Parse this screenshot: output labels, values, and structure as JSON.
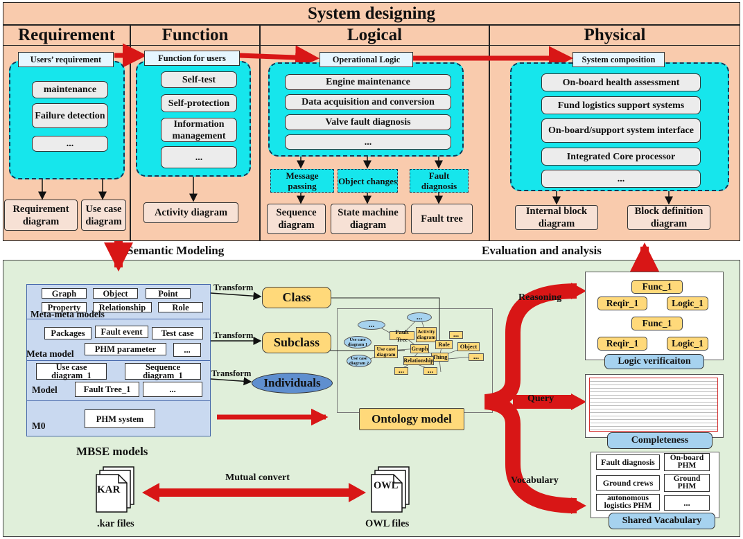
{
  "colors": {
    "peach": "#f9cbad",
    "cyan": "#16e6ec",
    "arrow_red": "#d81616",
    "green_panel": "#e0efda",
    "yellow": "#ffd97a",
    "meta_blue": "#c9d9f0",
    "node_blue": "#a6d2ef"
  },
  "system": {
    "title": "System designing",
    "columns": {
      "requirement": "Requirement",
      "function": "Function",
      "logical": "Logical",
      "physical": "Physical"
    },
    "requirement": {
      "tag": "Users’ requirement",
      "items": [
        "maintenance",
        "Failure detection",
        "..."
      ],
      "diagrams": [
        "Requirement diagram",
        "Use case diagram"
      ]
    },
    "function": {
      "tag": "Function for users",
      "items": [
        "Self-test",
        "Self-protection",
        "Information management",
        "..."
      ],
      "diagram": "Activity diagram"
    },
    "logical": {
      "tag": "Operational Logic",
      "items": [
        "Engine maintenance",
        "Data acquisition and conversion",
        "Valve fault diagnosis",
        "..."
      ],
      "subtags": [
        "Message passing",
        "Object changes",
        "Fault diagnosis"
      ],
      "diagrams": [
        "Sequence diagram",
        "State machine diagram",
        "Fault tree"
      ]
    },
    "physical": {
      "tag": "System composition",
      "items": [
        "On-board health assessment",
        "Fund logistics support systems",
        "On-board/support system interface",
        "Integrated Core processor",
        "..."
      ],
      "diagrams": [
        "Internal block diagram",
        "Block definition diagram"
      ]
    }
  },
  "links": {
    "semantic": "Semantic Modeling",
    "evaluation": "Evaluation and analysis"
  },
  "mbse": {
    "title": "MBSE models",
    "layers": {
      "mmm": "Meta-meta models",
      "mm": "Meta model",
      "model": "Model",
      "m0": "M0"
    },
    "mmm_items": [
      "Graph",
      "Object",
      "Point",
      "Property",
      "Relationship",
      "Role"
    ],
    "mm_items": [
      "Packages",
      "Fault event",
      "Test case",
      "PHM parameter",
      "..."
    ],
    "model_items": [
      "Use case diagram_1",
      "Sequence diagram_1",
      "Fault Tree_1",
      "..."
    ],
    "m0_item": "PHM system"
  },
  "ontology": {
    "transform": "Transform",
    "class": "Class",
    "subclass": "Subclass",
    "individuals": "Individuals",
    "title": "Ontology model",
    "nodes": [
      "Fault Tree",
      "Activity diagram",
      "Use case diagram",
      "Graph",
      "Role",
      "Object",
      "Thing",
      "Relationship",
      "Use case diagram 1",
      "Use case diagram 2",
      "...",
      "..."
    ]
  },
  "files": {
    "kar": "KAR",
    "kar_label": ".kar files",
    "owl": "OWL",
    "owl_label": "OWL files",
    "convert": "Mutual convert"
  },
  "analysis": {
    "reasoning": "Reasoning",
    "query": "Query",
    "vocabulary": "Vocabulary",
    "logic": {
      "reqir": "Reqir_1",
      "func": "Func_1",
      "logic_node": "Logic_1",
      "label": "Logic verificaiton"
    },
    "completeness": "Completeness",
    "vocab_items": [
      "Fault diagnosis",
      "On-board PHM",
      "Ground crews",
      "Ground PHM",
      "autonomous logistics PHM",
      "..."
    ],
    "vocab_label": "Shared Vacabulary"
  }
}
